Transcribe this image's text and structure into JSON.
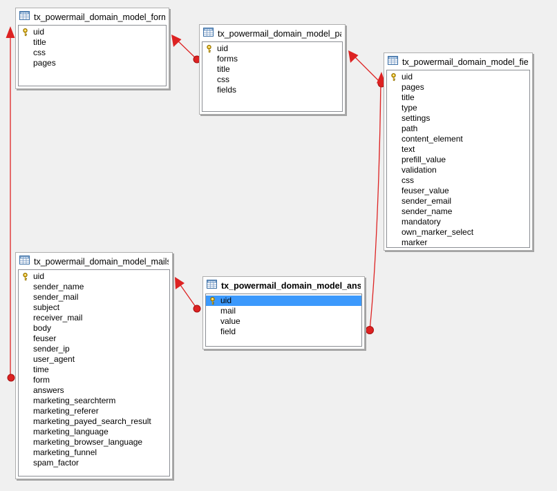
{
  "background_color": "#f0f0f0",
  "colors": {
    "relation_red": "#dd2222",
    "selection_blue": "#3c99fc",
    "key_icon_gold": "#f0c020",
    "table_icon_blue": "#3a6ea5"
  },
  "tables": [
    {
      "id": "forms",
      "title": "tx_powermail_domain_model_forms",
      "title_bold": false,
      "fields": [
        {
          "name": "uid",
          "key": true,
          "selected": false
        },
        {
          "name": "title",
          "key": false,
          "selected": false
        },
        {
          "name": "css",
          "key": false,
          "selected": false
        },
        {
          "name": "pages",
          "key": false,
          "selected": false
        }
      ]
    },
    {
      "id": "pages",
      "title": "tx_powermail_domain_model_pages",
      "title_bold": false,
      "fields": [
        {
          "name": "uid",
          "key": true,
          "selected": false
        },
        {
          "name": "forms",
          "key": false,
          "selected": false
        },
        {
          "name": "title",
          "key": false,
          "selected": false
        },
        {
          "name": "css",
          "key": false,
          "selected": false
        },
        {
          "name": "fields",
          "key": false,
          "selected": false
        }
      ]
    },
    {
      "id": "fields",
      "title": "tx_powermail_domain_model_fields",
      "title_bold": false,
      "fields": [
        {
          "name": "uid",
          "key": true,
          "selected": false
        },
        {
          "name": "pages",
          "key": false,
          "selected": false
        },
        {
          "name": "title",
          "key": false,
          "selected": false
        },
        {
          "name": "type",
          "key": false,
          "selected": false
        },
        {
          "name": "settings",
          "key": false,
          "selected": false
        },
        {
          "name": "path",
          "key": false,
          "selected": false
        },
        {
          "name": "content_element",
          "key": false,
          "selected": false
        },
        {
          "name": "text",
          "key": false,
          "selected": false
        },
        {
          "name": "prefill_value",
          "key": false,
          "selected": false
        },
        {
          "name": "validation",
          "key": false,
          "selected": false
        },
        {
          "name": "css",
          "key": false,
          "selected": false
        },
        {
          "name": "feuser_value",
          "key": false,
          "selected": false
        },
        {
          "name": "sender_email",
          "key": false,
          "selected": false
        },
        {
          "name": "sender_name",
          "key": false,
          "selected": false
        },
        {
          "name": "mandatory",
          "key": false,
          "selected": false
        },
        {
          "name": "own_marker_select",
          "key": false,
          "selected": false
        },
        {
          "name": "marker",
          "key": false,
          "selected": false
        }
      ]
    },
    {
      "id": "mails",
      "title": "tx_powermail_domain_model_mails",
      "title_bold": false,
      "fields": [
        {
          "name": "uid",
          "key": true,
          "selected": false
        },
        {
          "name": "sender_name",
          "key": false,
          "selected": false
        },
        {
          "name": "sender_mail",
          "key": false,
          "selected": false
        },
        {
          "name": "subject",
          "key": false,
          "selected": false
        },
        {
          "name": "receiver_mail",
          "key": false,
          "selected": false
        },
        {
          "name": "body",
          "key": false,
          "selected": false
        },
        {
          "name": "feuser",
          "key": false,
          "selected": false
        },
        {
          "name": "sender_ip",
          "key": false,
          "selected": false
        },
        {
          "name": "user_agent",
          "key": false,
          "selected": false
        },
        {
          "name": "time",
          "key": false,
          "selected": false
        },
        {
          "name": "form",
          "key": false,
          "selected": false
        },
        {
          "name": "answers",
          "key": false,
          "selected": false
        },
        {
          "name": "marketing_searchterm",
          "key": false,
          "selected": false
        },
        {
          "name": "marketing_referer",
          "key": false,
          "selected": false
        },
        {
          "name": "marketing_payed_search_result",
          "key": false,
          "selected": false
        },
        {
          "name": "marketing_language",
          "key": false,
          "selected": false
        },
        {
          "name": "marketing_browser_language",
          "key": false,
          "selected": false
        },
        {
          "name": "marketing_funnel",
          "key": false,
          "selected": false
        },
        {
          "name": "spam_factor",
          "key": false,
          "selected": false
        }
      ]
    },
    {
      "id": "answers",
      "title": "tx_powermail_domain_model_answers",
      "title_bold": true,
      "fields": [
        {
          "name": "uid",
          "key": true,
          "selected": true
        },
        {
          "name": "mail",
          "key": false,
          "selected": false
        },
        {
          "name": "value",
          "key": false,
          "selected": false
        },
        {
          "name": "field",
          "key": false,
          "selected": false
        }
      ]
    }
  ],
  "relations": [
    {
      "from_table": "mails",
      "from_field": "form",
      "to_table": "forms"
    },
    {
      "from_table": "pages",
      "from_field": "forms",
      "to_table": "forms"
    },
    {
      "from_table": "fields",
      "from_field": "pages",
      "to_table": "pages"
    },
    {
      "from_table": "answers",
      "from_field": "mail",
      "to_table": "mails"
    },
    {
      "from_table": "answers",
      "from_field": "field",
      "to_table": "fields"
    }
  ]
}
